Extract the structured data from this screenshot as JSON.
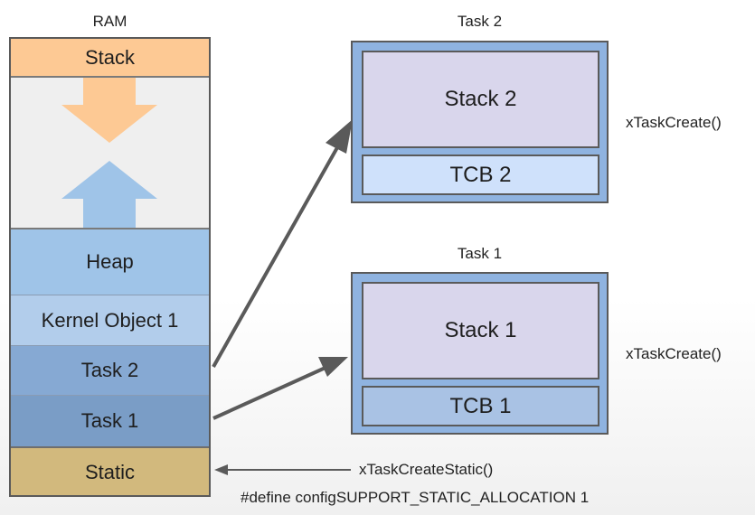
{
  "ram": {
    "title": "RAM",
    "segments": {
      "stack": "Stack",
      "heap": "Heap",
      "kernel_object": "Kernel Object 1",
      "task2": "Task 2",
      "task1": "Task 1",
      "static": "Static"
    }
  },
  "task2_box": {
    "title": "Task 2",
    "stack_label": "Stack 2",
    "tcb_label": "TCB 2",
    "api": "xTaskCreate()"
  },
  "task1_box": {
    "title": "Task 1",
    "stack_label": "Stack 1",
    "tcb_label": "TCB 1",
    "api": "xTaskCreate()"
  },
  "static_api": "xTaskCreateStatic()",
  "define_text": "#define configSUPPORT_STATIC_ALLOCATION 1",
  "colors": {
    "stack": "#fdc994",
    "heap": "#9fc4e8",
    "kernel_object": "#b2cdeb",
    "task2": "#86a9d3",
    "task1": "#7a9dc6",
    "static": "#d2b97d",
    "task_outer": "#8fb3e0",
    "task_inner_stack": "#d9d6ec",
    "tcb2": "#cfe1fb",
    "tcb1": "#a9c2e4",
    "arrow": "#5a5a5a"
  }
}
